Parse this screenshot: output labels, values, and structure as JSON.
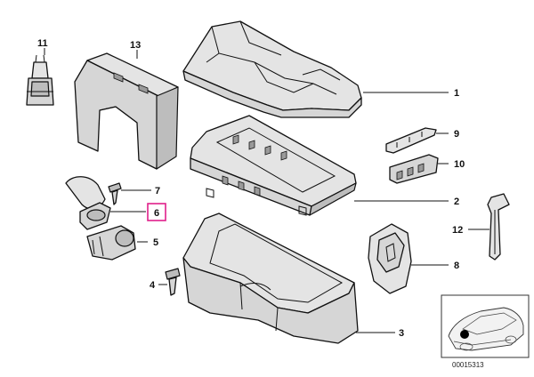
{
  "callouts": {
    "c1": "1",
    "c2": "2",
    "c3": "3",
    "c4": "4",
    "c5": "5",
    "c6": "6",
    "c7": "7",
    "c8": "8",
    "c9": "9",
    "c10": "10",
    "c11": "11",
    "c12": "12",
    "c13": "13"
  },
  "highlighted_callout": "6",
  "highlight_color": "#e0208a",
  "reference_code": "00015313"
}
